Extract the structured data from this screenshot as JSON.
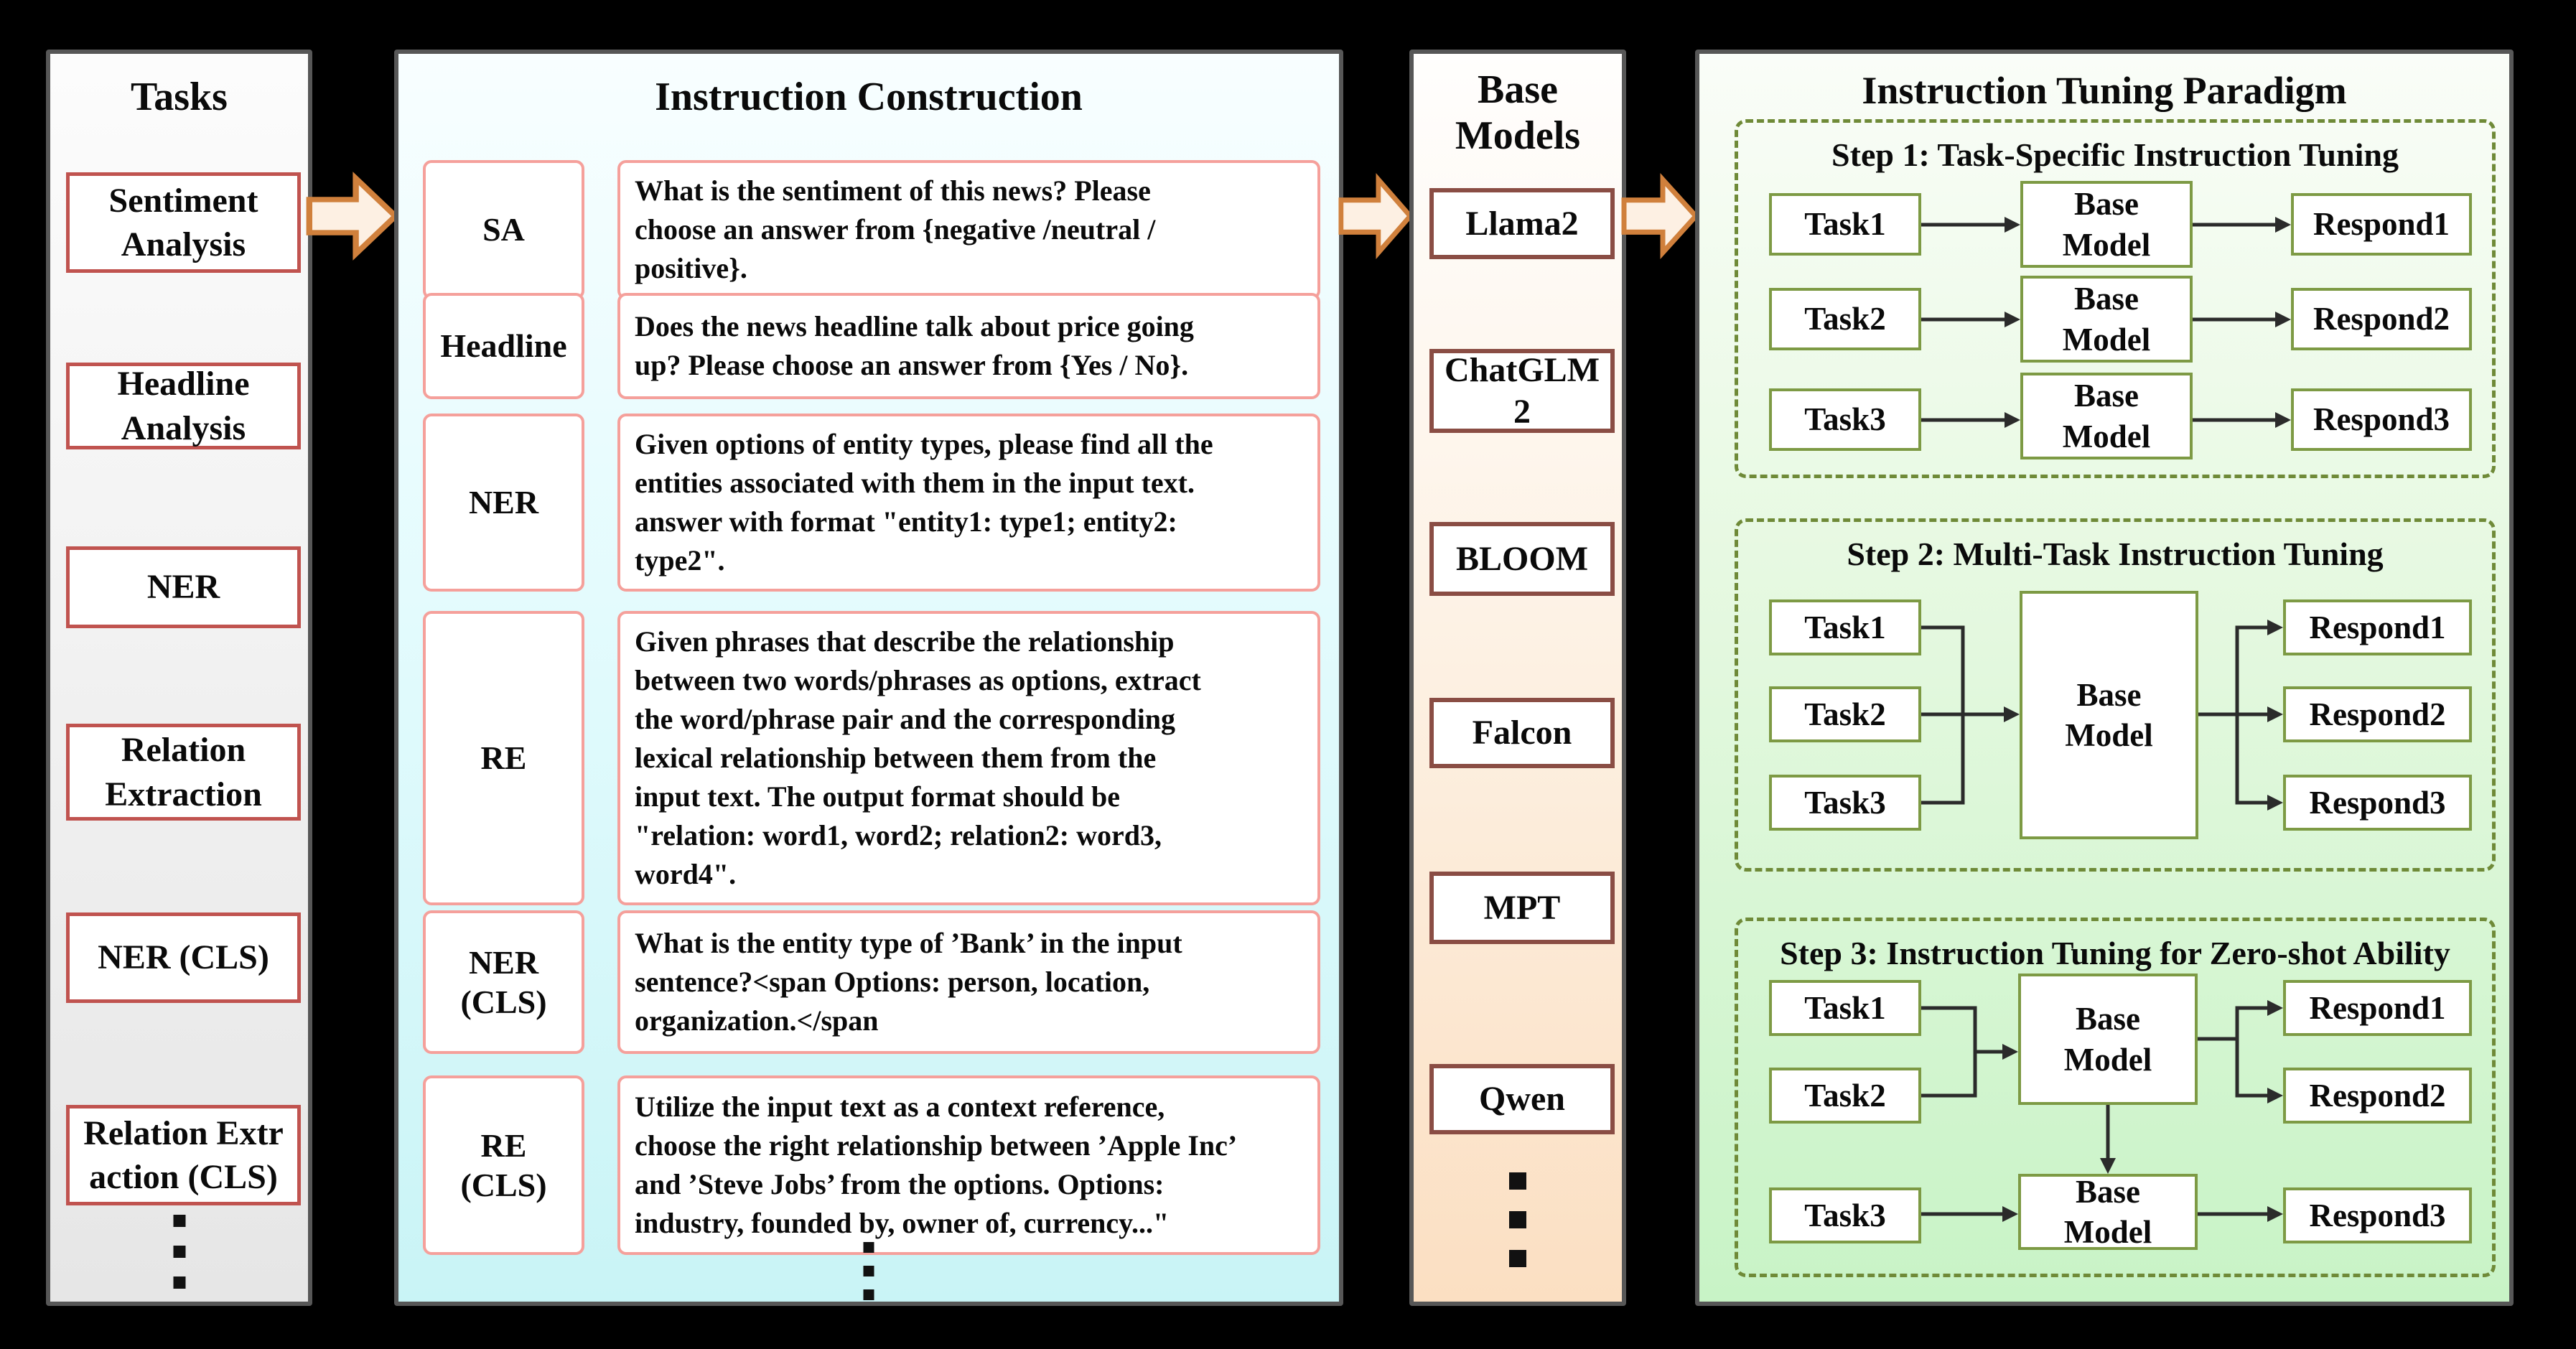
{
  "tasks": {
    "title": "Tasks",
    "items": [
      "Sentiment\nAnalysis",
      "Headline\nAnalysis",
      "NER",
      "Relation\nExtraction",
      "NER (CLS)",
      "Relation Extr\naction (CLS)"
    ]
  },
  "instruction_construction": {
    "title": "Instruction Construction",
    "rows": [
      {
        "label": "SA",
        "text": "What is the sentiment of this news? Please\nchoose an answer from {negative /neutral /\npositive}."
      },
      {
        "label": "Headline",
        "text": "Does the news headline talk about price going\nup? Please choose an answer from {Yes / No}."
      },
      {
        "label": "NER",
        "text": "Given options of entity types, please find all the\nentities associated with them in the input text.\nanswer with format \"entity1: type1; entity2:\ntype2\"."
      },
      {
        "label": "RE",
        "text": "Given phrases that describe the relationship\nbetween two words/phrases as options, extract\nthe word/phrase pair and the corresponding\nlexical relationship between them from the\ninput text. The output format should be\n\"relation: word1, word2; relation2: word3,\nword4\"."
      },
      {
        "label": "NER\n(CLS)",
        "text": "What is the entity type of ’Bank’ in the input\nsentence?<span Options: person, location,\norganization.</span"
      },
      {
        "label": "RE\n(CLS)",
        "text": "Utilize the input text as a context reference,\nchoose the right relationship between ’Apple Inc’\nand ’Steve Jobs’ from the options. Options:\nindustry, founded by, owner of, currency...\""
      }
    ]
  },
  "base_models": {
    "title": "Base\nModels",
    "items": [
      "Llama2",
      "ChatGLM\n2",
      "BLOOM",
      "Falcon",
      "MPT",
      "Qwen"
    ]
  },
  "paradigm": {
    "title": "Instruction Tuning Paradigm",
    "steps": [
      {
        "title": "Step 1: Task-Specific Instruction Tuning",
        "tasks": [
          "Task1",
          "Task2",
          "Task3"
        ],
        "models": [
          "Base\nModel",
          "Base\nModel",
          "Base\nModel"
        ],
        "responds": [
          "Respond1",
          "Respond2",
          "Respond3"
        ]
      },
      {
        "title": "Step 2: Multi-Task Instruction Tuning",
        "tasks": [
          "Task1",
          "Task2",
          "Task3"
        ],
        "models": [
          "Base\nModel"
        ],
        "responds": [
          "Respond1",
          "Respond2",
          "Respond3"
        ]
      },
      {
        "title": "Step 3: Instruction Tuning for Zero-shot Ability",
        "tasks": [
          "Task1",
          "Task2",
          "Task3"
        ],
        "models": [
          "Base\nModel",
          "Base\nModel"
        ],
        "responds": [
          "Respond1",
          "Respond2",
          "Respond3"
        ]
      }
    ]
  },
  "colors": {
    "canvas_bg": "#000000",
    "panel_border": "#575757",
    "task_box_border": "#c0534f",
    "construction_box_border": "#f5a09b",
    "construction_panel_bg": "#c9f4f6",
    "model_box_border": "#8a4d44",
    "models_panel_bg": "#fbdfc2",
    "paradigm_panel_bg": "#c8f3c6",
    "paradigm_box_border": "#7d9a44",
    "step_dash_border": "#6f8a38",
    "flow_arrow_fill": "#fdf0e3",
    "flow_arrow_stroke": "#d0803c",
    "connector": "#2b2b2b",
    "text": "#0a0a0a"
  }
}
